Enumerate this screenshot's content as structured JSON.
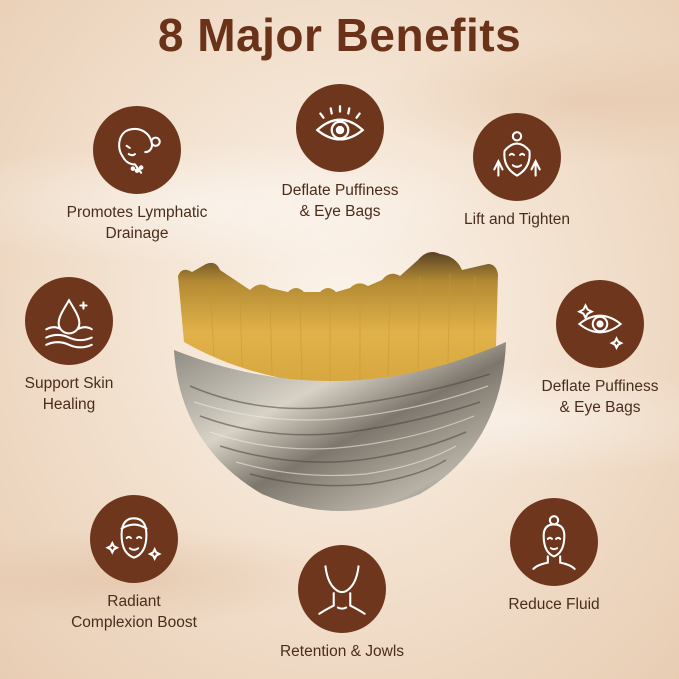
{
  "title": "8 Major Benefits",
  "benefits": [
    {
      "label": "Promotes Lymphatic\nDrainage",
      "icon": "lymphatic-face-icon"
    },
    {
      "label": "Deflate Puffiness\n& Eye Bags",
      "icon": "eye-icon"
    },
    {
      "label": "Lift and Tighten",
      "icon": "face-lift-icon"
    },
    {
      "label": "Support Skin\nHealing",
      "icon": "skin-drop-icon"
    },
    {
      "label": "Deflate Puffiness\n& Eye Bags",
      "icon": "eye-sparkle-icon"
    },
    {
      "label": "Radiant\nComplexion Boost",
      "icon": "radiant-face-icon"
    },
    {
      "label": "Retention & Jowls",
      "icon": "neck-jaw-icon"
    },
    {
      "label": "Reduce Fluid",
      "icon": "face-bun-icon"
    }
  ],
  "colors": {
    "accent": "#6e361d",
    "title": "#6a3319",
    "text": "#4a2c1c"
  }
}
